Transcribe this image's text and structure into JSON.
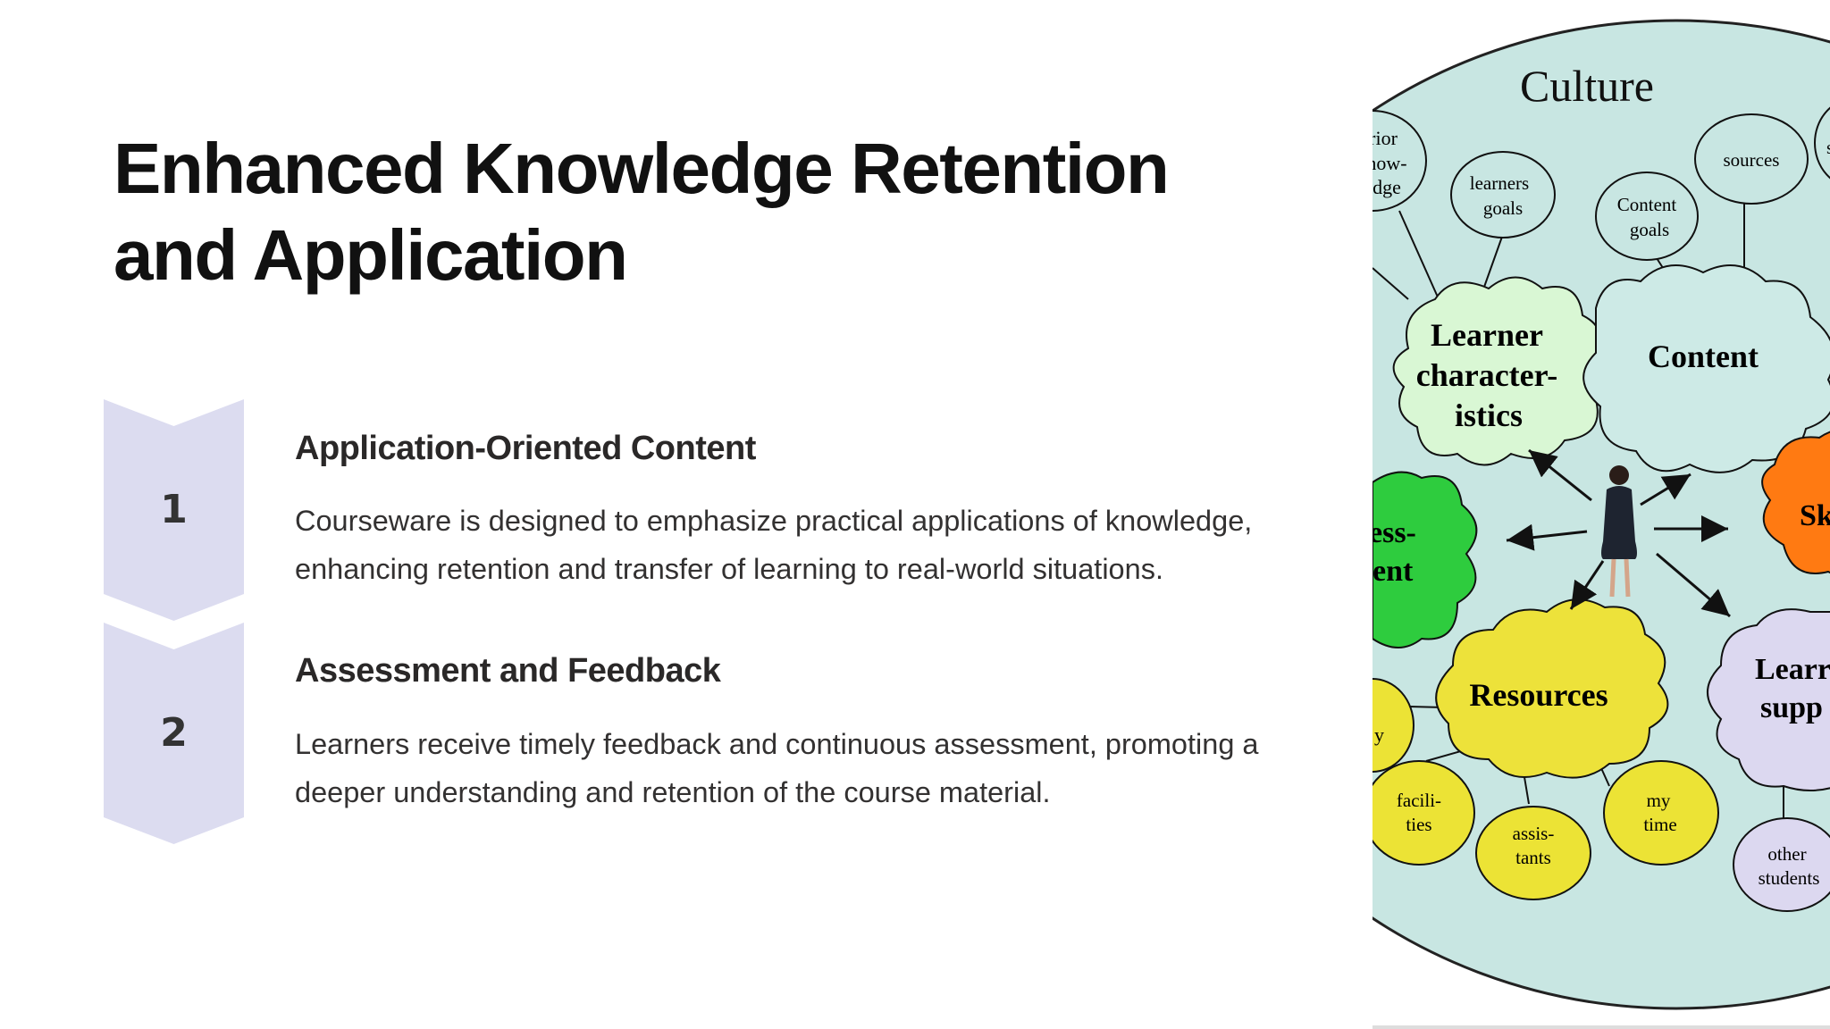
{
  "slide": {
    "title": "Enhanced Knowledge Retention and Application"
  },
  "steps": [
    {
      "number": "1",
      "heading": "Application-Oriented Content",
      "body": "Courseware is designed to emphasize practical applications of knowledge, enhancing retention and transfer of learning to real-world situations."
    },
    {
      "number": "2",
      "heading": "Assessment and Feedback",
      "body": "Learners receive timely feedback and continuous assessment, promoting a deeper understanding and retention of the course material."
    }
  ],
  "diagram": {
    "culture": "Culture",
    "prior_knowledge": [
      "rior",
      "now-",
      "dge"
    ],
    "learners_goals": [
      "learners",
      "goals"
    ],
    "content_goals": [
      "Content",
      "goals"
    ],
    "sources": "sources",
    "edge_s": "s",
    "learner_characteristics": [
      "Learner",
      "character-",
      "istics"
    ],
    "content": "Content",
    "skills": "Sk",
    "assessment": [
      "ess-",
      "ent"
    ],
    "resources": "Resources",
    "learner_support": [
      "Learr",
      "supp"
    ],
    "y": "y",
    "facilities": [
      "facili-",
      "ties"
    ],
    "assistants": [
      "assis-",
      "tants"
    ],
    "my_time": [
      "my",
      "time"
    ],
    "other_students": [
      "other",
      "students"
    ],
    "colors": {
      "ellipse": "#c8e6e2",
      "learner_cloud": "#d9f7d4",
      "content_cloud": "#cdeae6",
      "skills_cloud": "#ff7a12",
      "assessment_cloud": "#2ecc3e",
      "resources_cloud": "#ede23a",
      "support_cloud": "#dcd8f0",
      "small_yellow": "#ece335",
      "chevron": "#dcdcf0"
    }
  }
}
